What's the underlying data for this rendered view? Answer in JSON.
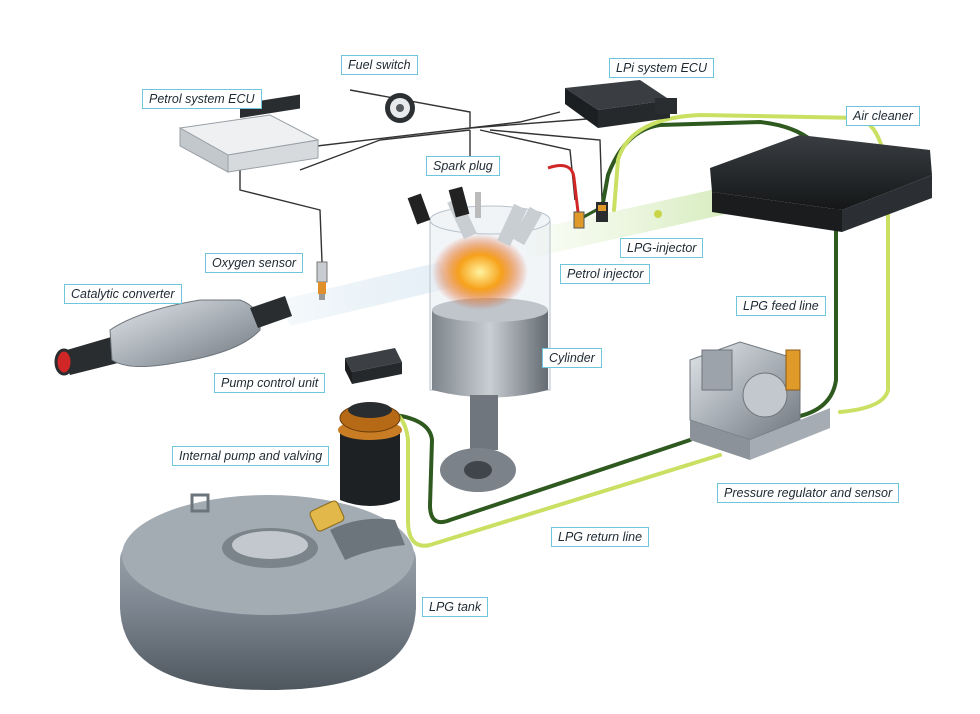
{
  "labels": {
    "petrol_ecu": "Petrol system ECU",
    "fuel_switch": "Fuel switch",
    "lpi_ecu": "LPi system ECU",
    "air_cleaner": "Air cleaner",
    "spark_plug": "Spark plug",
    "oxygen_sensor": "Oxygen sensor",
    "lpg_injector": "LPG-injector",
    "petrol_injector": "Petrol injector",
    "catalytic_converter": "Catalytic converter",
    "lpg_feed_line": "LPG feed line",
    "cylinder": "Cylinder",
    "pump_control_unit": "Pump control unit",
    "internal_pump": "Internal pump and valving",
    "pressure_regulator": "Pressure regulator and sensor",
    "lpg_return_line": "LPG return line",
    "lpg_tank": "LPG tank"
  },
  "colors": {
    "label_border": "#6fc6dc",
    "feed_line": "#2f5a1f",
    "return_line": "#c9e063",
    "wire": "#333333",
    "flame": "#f26a1b",
    "tank": "#7c858f"
  },
  "icons": {
    "tank": "lpg-tank-icon",
    "cylinder": "cylinder-icon",
    "ecu": "ecu-box-icon"
  }
}
